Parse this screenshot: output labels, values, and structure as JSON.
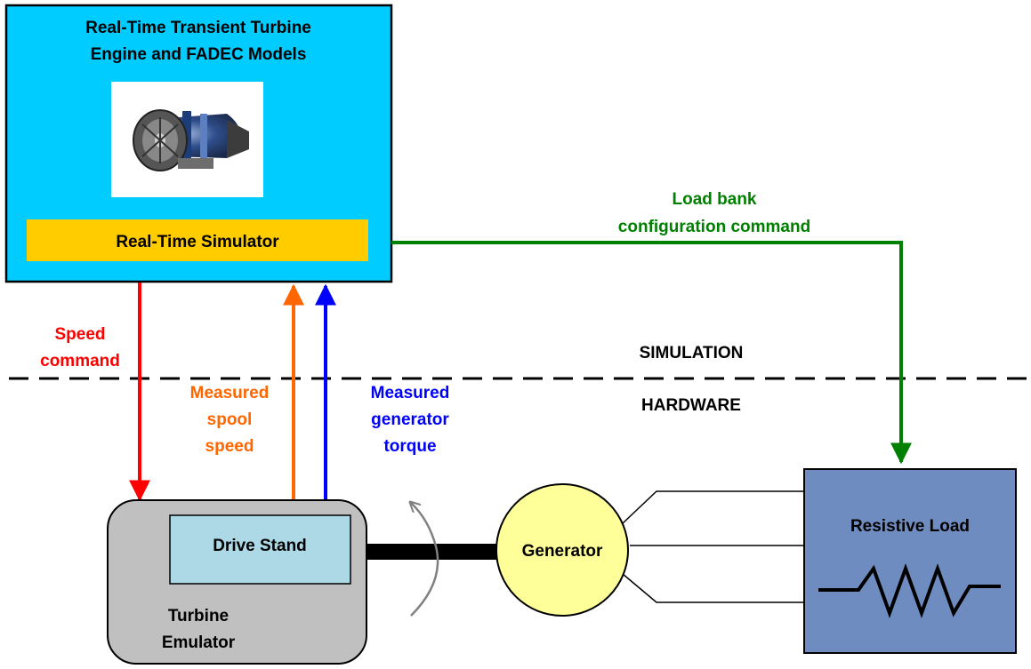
{
  "sim_box": {
    "title_line1": "Real-Time Transient Turbine",
    "title_line2": "Engine and FADEC Models",
    "image_icon": "turbine-engine-photo",
    "simulator_label": "Real-Time Simulator"
  },
  "zones": {
    "simulation": "SIMULATION",
    "hardware": "HARDWARE"
  },
  "signals": {
    "speed_command": [
      "Speed",
      "command"
    ],
    "measured_spool_speed": [
      "Measured",
      "spool",
      "speed"
    ],
    "measured_generator_torque": [
      "Measured",
      "generator",
      "torque"
    ],
    "load_bank_command": [
      "Load bank",
      "configuration command"
    ]
  },
  "emulator": {
    "drive_stand": "Drive Stand",
    "label_line1": "Turbine",
    "label_line2": "Emulator"
  },
  "generator": {
    "label": "Generator"
  },
  "load": {
    "label": "Resistive Load",
    "symbol_icon": "resistor-icon"
  },
  "rotation_icon": "rotation-arrow-icon",
  "colors": {
    "sim_box_fill": "#00ccff",
    "simulator_bar": "#ffcc00",
    "speed_command": "#ff0000",
    "spool_speed": "#ff6600",
    "generator_torque": "#0000ff",
    "load_command": "#008000",
    "emulator_fill": "#c0c0c0",
    "drive_stand_fill": "#add8e6",
    "generator_fill": "#ffff99",
    "load_fill": "#6f8cc0"
  }
}
